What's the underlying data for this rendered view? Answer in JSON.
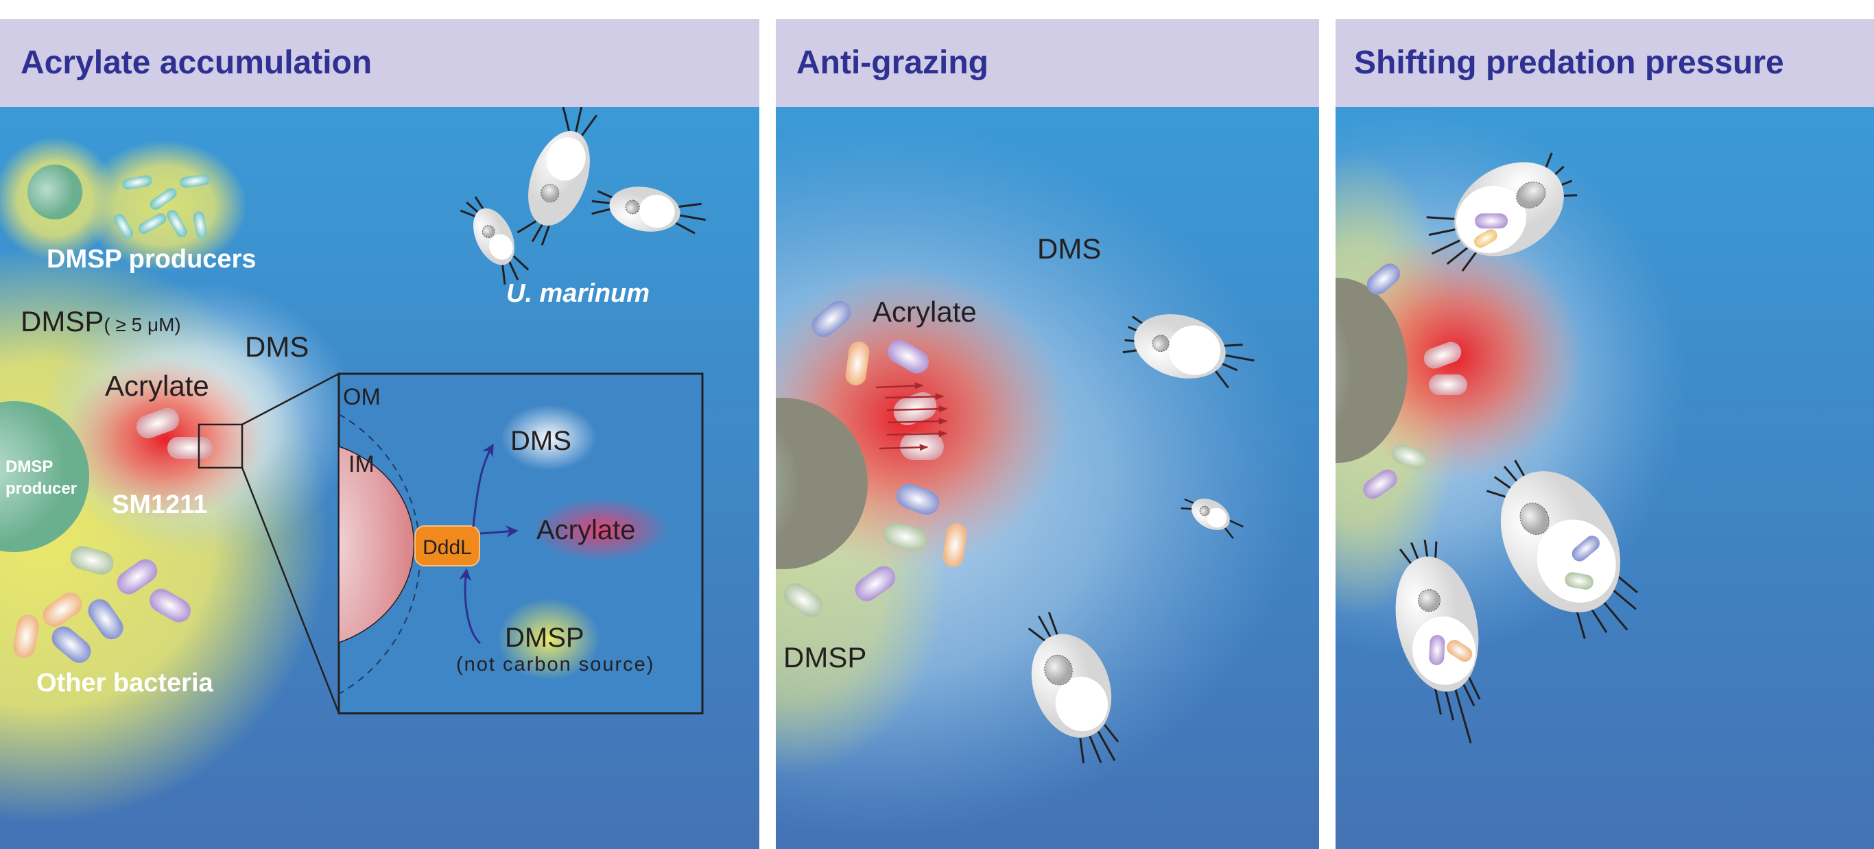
{
  "panels": [
    {
      "title": "Acrylate accumulation",
      "labels": {
        "dmsp_producers": "DMSP producers",
        "u_marinum": "U. marinum",
        "dmsp": "DMSP",
        "dmsp_threshold": "( ≥ 5 μM)",
        "dms": "DMS",
        "acrylate": "Acrylate",
        "dmsp_producer_line1": "DMSP",
        "dmsp_producer_line2": "producer",
        "sm1211": "SM1211",
        "other_bacteria": "Other bacteria"
      },
      "inset": {
        "om": "OM",
        "im": "IM",
        "enzyme": "DddL",
        "dms": "DMS",
        "acrylate": "Acrylate",
        "dmsp": "DMSP",
        "dmsp_note": "(not carbon source)"
      }
    },
    {
      "title": "Anti-grazing",
      "labels": {
        "dms": "DMS",
        "acrylate": "Acrylate",
        "dmsp": "DMSP"
      }
    },
    {
      "title": "Shifting predation pressure"
    }
  ],
  "colors": {
    "header_bg": "#d1cde6",
    "title_text": "#2e3192",
    "water_top": "#3b9ad6",
    "water_bottom": "#4473b5",
    "dmsp_yellow": "#e8e66a",
    "acrylate_red": "#e8202a",
    "enzyme_orange": "#f08a1c",
    "arrow_navy": "#2e3192",
    "producer_green": "#6fb08f"
  }
}
